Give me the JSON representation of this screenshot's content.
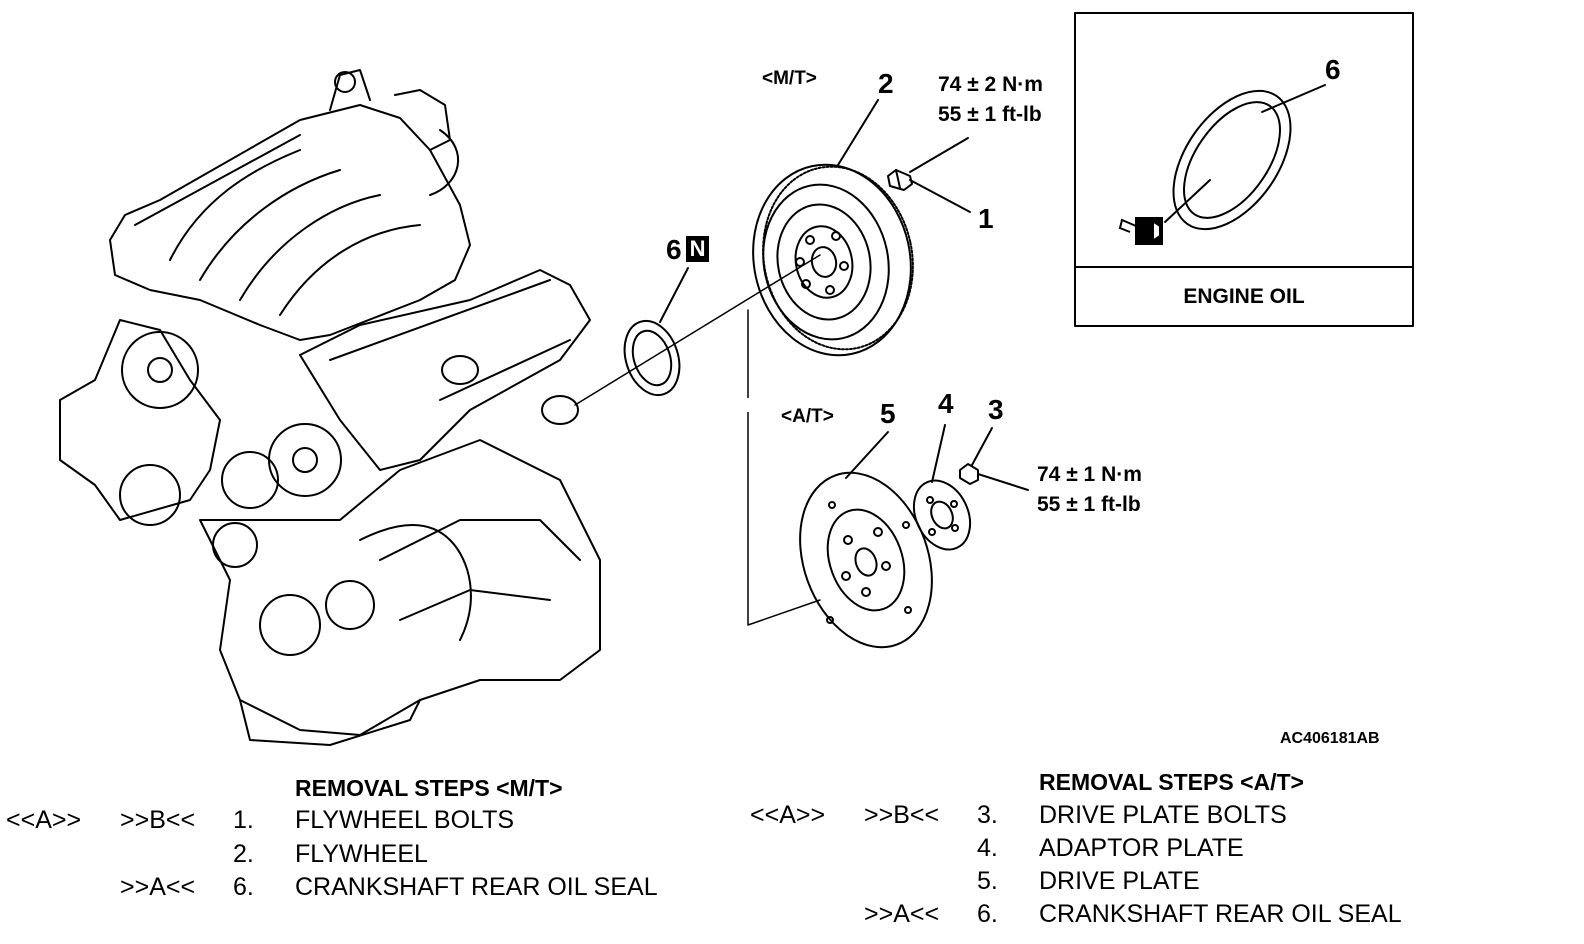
{
  "diagram": {
    "variant_mt": "<M/T>",
    "variant_at": "<A/T>",
    "callouts": {
      "p1": "1",
      "p2": "2",
      "p3": "3",
      "p4": "4",
      "p5": "5",
      "p6": "6",
      "p6_box": "6"
    },
    "new_part_badge": "N",
    "torque_mt": {
      "nm": "74 ± 2 N·m",
      "ftlb": "55 ± 1 ft-lb"
    },
    "torque_at": {
      "nm": "74 ± 1 N·m",
      "ftlb": "55 ± 1 ft-lb"
    },
    "oil_box_label": "ENGINE OIL",
    "figure_code": "AC406181AB"
  },
  "removal_mt": {
    "title": "REMOVAL STEPS <M/T>",
    "rows": [
      {
        "mark_a": "<<A>>",
        "mark_b": ">>B<<",
        "num": "1.",
        "text": "FLYWHEEL BOLTS"
      },
      {
        "mark_a": "",
        "mark_b": "",
        "num": "2.",
        "text": "FLYWHEEL"
      },
      {
        "mark_a": "",
        "mark_b": ">>A<<",
        "num": "6.",
        "text": "CRANKSHAFT REAR OIL SEAL"
      }
    ]
  },
  "removal_at": {
    "title": "REMOVAL STEPS <A/T>",
    "rows": [
      {
        "mark_a": "<<A>>",
        "mark_b": ">>B<<",
        "num": "3.",
        "text": "DRIVE PLATE BOLTS"
      },
      {
        "mark_a": "",
        "mark_b": "",
        "num": "4.",
        "text": "ADAPTOR PLATE"
      },
      {
        "mark_a": "",
        "mark_b": "",
        "num": "5.",
        "text": "DRIVE PLATE"
      },
      {
        "mark_a": "",
        "mark_b": ">>A<<",
        "num": "6.",
        "text": "CRANKSHAFT REAR OIL SEAL"
      }
    ]
  }
}
